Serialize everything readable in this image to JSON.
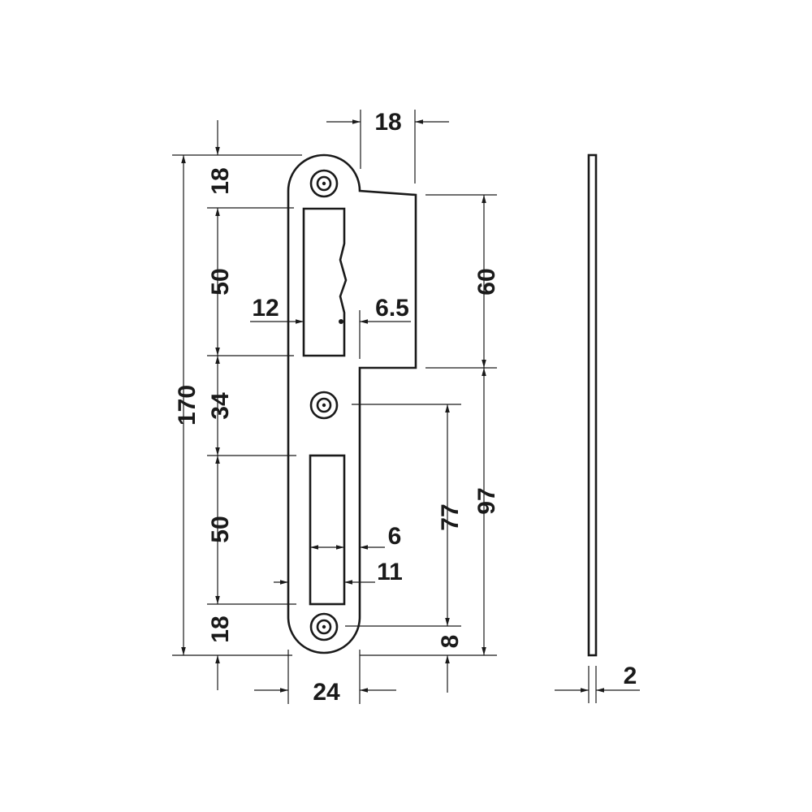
{
  "dimensions": {
    "width_18": "18",
    "height_170": "170",
    "top_18": "18",
    "upper_50": "50",
    "middle_34": "34",
    "lower_50": "50",
    "bottom_18": "18",
    "opening_12": "12",
    "offset_6_5": "6.5",
    "height_60": "60",
    "height_77": "77",
    "height_97": "97",
    "slot_6": "6",
    "slot_11": "11",
    "bottom_8": "8",
    "width_24": "24",
    "thickness_2": "2"
  },
  "colors": {
    "line": "#1a1a1a",
    "background": "#ffffff"
  }
}
